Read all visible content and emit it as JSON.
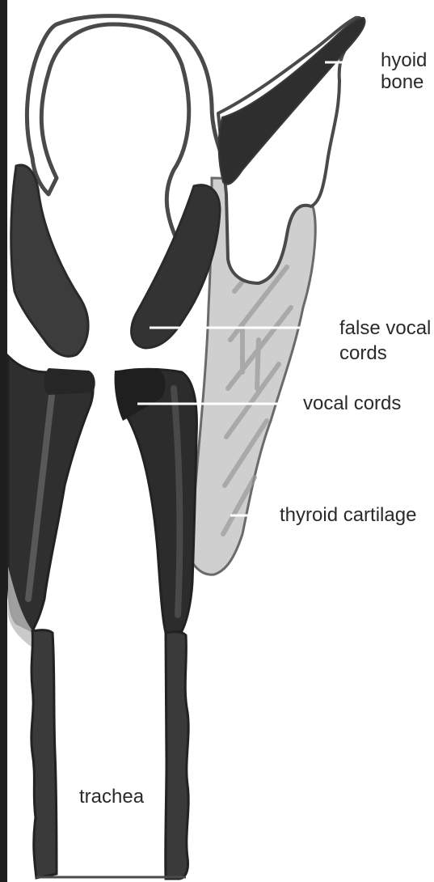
{
  "labels": {
    "hyoid_bone": [
      "hyoid",
      "bone"
    ],
    "false_vocal_cords": [
      "false vocal",
      "cords"
    ],
    "vocal_cords": "vocal cords",
    "thyroid_cartilage": "thyroid cartilage",
    "trachea": "trachea"
  },
  "colors": {
    "dark": "#2e2e2e",
    "mid": "#5c5c5c",
    "light": "#c9c9c9",
    "outline": "#4a4a4a",
    "leader": "#ffffff",
    "background": "#ffffff"
  }
}
